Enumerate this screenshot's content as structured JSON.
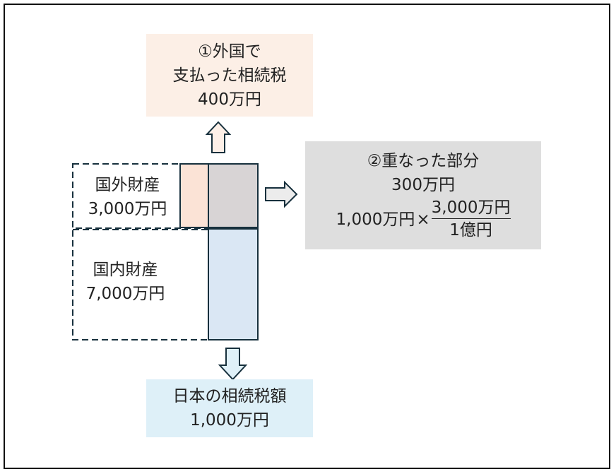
{
  "foreign_tax": {
    "line1": "①外国で",
    "line2": "支払った相続税",
    "amount": "400万円"
  },
  "overlap": {
    "title": "②重なった部分",
    "amount": "300万円",
    "formula_left": "1,000万円",
    "times": "×",
    "numerator": "3,000万円",
    "denominator": "1億円"
  },
  "foreign_assets": {
    "label": "国外財産",
    "amount": "3,000万円"
  },
  "domestic_assets": {
    "label": "国内財産",
    "amount": "7,000万円"
  },
  "japan_tax": {
    "label": "日本の相続税額",
    "amount": "1,000万円"
  },
  "colors": {
    "peach_box": "#fcefe6",
    "peach_rect": "#fbe3d6",
    "gray_rect": "#d8d4d5",
    "blue_rect": "#dae7f4",
    "gray_box": "#dedede",
    "blue_box": "#def0f8",
    "stroke": "#17303d"
  }
}
